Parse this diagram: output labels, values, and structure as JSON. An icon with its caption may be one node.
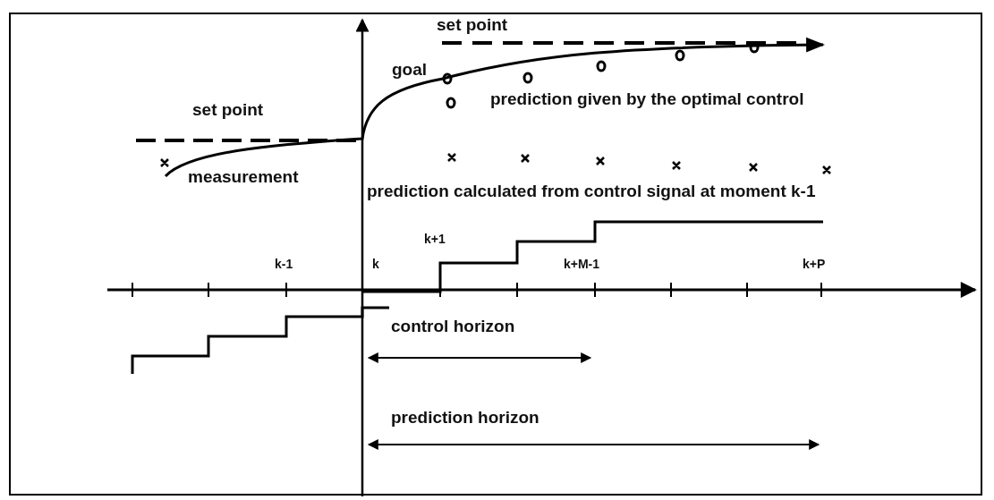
{
  "diagram": {
    "labels": [
      "set point",
      "goal",
      "set point",
      "prediction given by the optimal control",
      "measurement",
      "prediction calculated from control signal at moment k-1",
      "k+1",
      "k-1",
      "k",
      "k+M-1",
      "k+P",
      "control horizon",
      "prediction horizon"
    ]
  }
}
